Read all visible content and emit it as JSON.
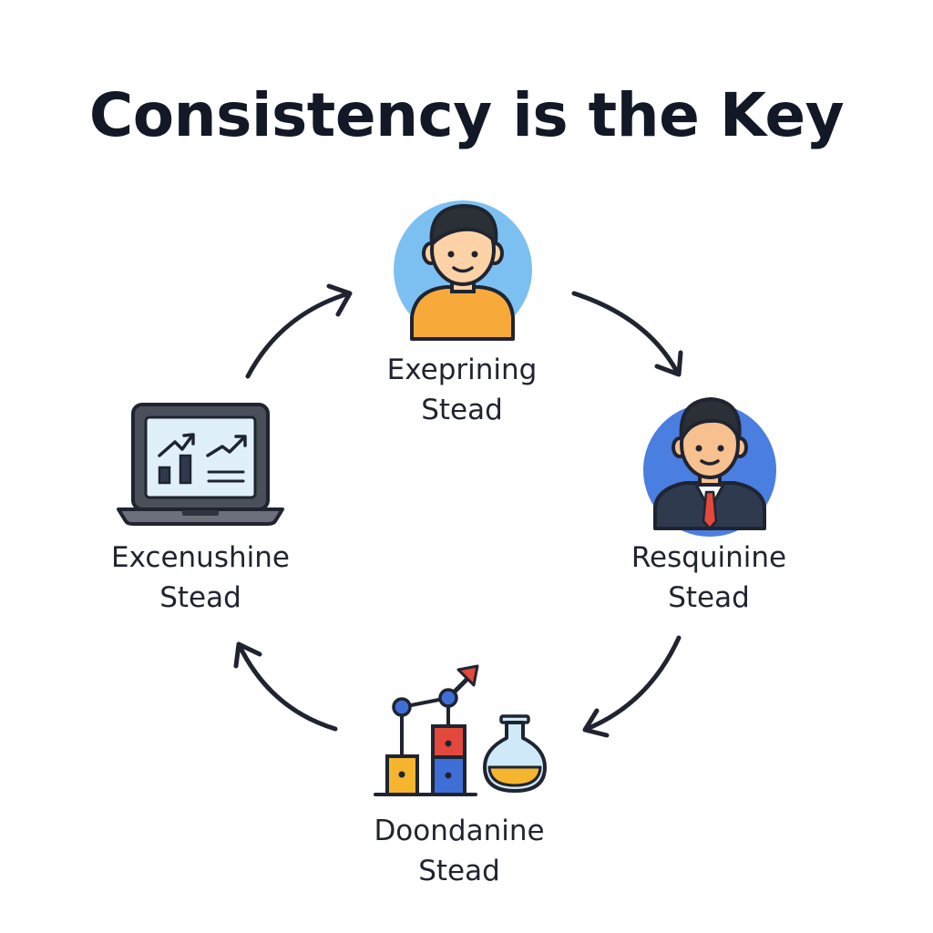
{
  "title": "Consistency is the Key",
  "colors": {
    "ink": "#1f2430",
    "light_blue": "#7cc0f2",
    "royal_blue": "#4a7ee0",
    "orange": "#f7a93a",
    "red": "#e2483b",
    "yellow": "#f5b52e",
    "blue": "#3f6fd6"
  },
  "nodes": [
    {
      "id": "top",
      "line1": "Exeprining",
      "line2": "Stead",
      "icon": "person-icon"
    },
    {
      "id": "right",
      "line1": "Resquinine",
      "line2": "Stead",
      "icon": "businessman-icon"
    },
    {
      "id": "bottom",
      "line1": "Doondanine",
      "line2": "Stead",
      "icon": "chart-flask-icon"
    },
    {
      "id": "left",
      "line1": "Excenushine",
      "line2": "Stead",
      "icon": "laptop-chart-icon"
    }
  ]
}
